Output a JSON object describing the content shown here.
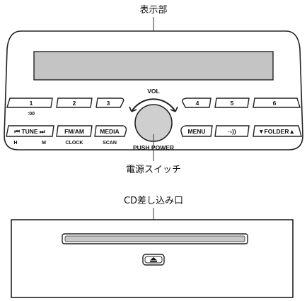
{
  "callouts": {
    "display": "表示部",
    "power_switch": "電源スイッチ",
    "cd_slot": "CD差し込み口"
  },
  "buttons": {
    "preset_1": "1",
    "preset_1_sub": ":00",
    "preset_2": "2",
    "preset_3": "3",
    "preset_4": "4",
    "preset_5": "5",
    "preset_6": "6",
    "tune": "⏮ TUNE ⏭",
    "tune_sub_left": "H",
    "tune_sub_right": "M",
    "fm_am": "FM/AM",
    "fm_am_sub": "CLOCK",
    "media": "MEDIA",
    "media_sub": "SCAN",
    "menu": "MENU",
    "sound": "·›))",
    "folder": "▼FOLDER▲"
  },
  "knob": {
    "vol_label": "VOL",
    "push_power_label": "PUSH POWER"
  },
  "eject_icon": "eject-icon",
  "colors": {
    "display_fill": "#c4c4c4",
    "knob_fill": "#cfcfcf",
    "slot_fill": "#c8c8c8",
    "line": "#222222"
  }
}
